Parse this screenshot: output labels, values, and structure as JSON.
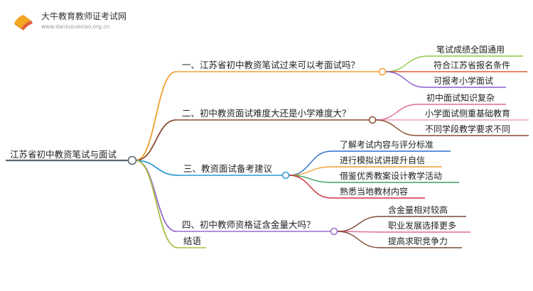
{
  "logo": {
    "name": "大牛教育教师证考试网",
    "site": "www.daniuxuexiao.org.cn",
    "icon": "open-book-icon"
  },
  "root": {
    "label": "江苏省初中教资笔试与面试",
    "color": "#5a6670"
  },
  "branches": [
    {
      "label": "一、江苏省初中教资笔试过来可以考面试吗？",
      "color": "#f0a030",
      "children": [
        {
          "label": "笔试成绩全国通用",
          "color": "#8fc84a"
        },
        {
          "label": "符合江苏省报名条件",
          "color": "#e05a3a"
        },
        {
          "label": "可报考小学面试",
          "color": "#8a5cc8"
        }
      ]
    },
    {
      "label": "二、初中教资面试难度大还是小学难度大？",
      "color": "#8a4a2e",
      "children": [
        {
          "label": "初中面试知识复杂",
          "color": "#e06a9a"
        },
        {
          "label": "小学面试侧重基础教育",
          "color": "#f0a0c0"
        },
        {
          "label": "不同学段教学要求不同",
          "color": "#8a4a2e"
        }
      ]
    },
    {
      "label": "三、教资面试备考建议",
      "color": "#2a9ad0",
      "children": [
        {
          "label": "了解考试内容与评分标准",
          "color": "#2a70c8"
        },
        {
          "label": "进行模拟试讲提升自信",
          "color": "#f0a030"
        },
        {
          "label": "借鉴优秀教案设计教学活动",
          "color": "#3aa060"
        },
        {
          "label": "熟悉当地教材内容",
          "color": "#d03040"
        }
      ]
    },
    {
      "label": "四、初中教师资格证含金量大吗？",
      "color": "#9a6ad0",
      "children": [
        {
          "label": "含金量相对较高",
          "color": "#7a4a30"
        },
        {
          "label": "职业发展选择更多",
          "color": "#e06a9a"
        },
        {
          "label": "提高求职竞争力",
          "color": "#7a4a30"
        }
      ]
    },
    {
      "label": "结语",
      "color": "#a8c040",
      "children": []
    }
  ]
}
